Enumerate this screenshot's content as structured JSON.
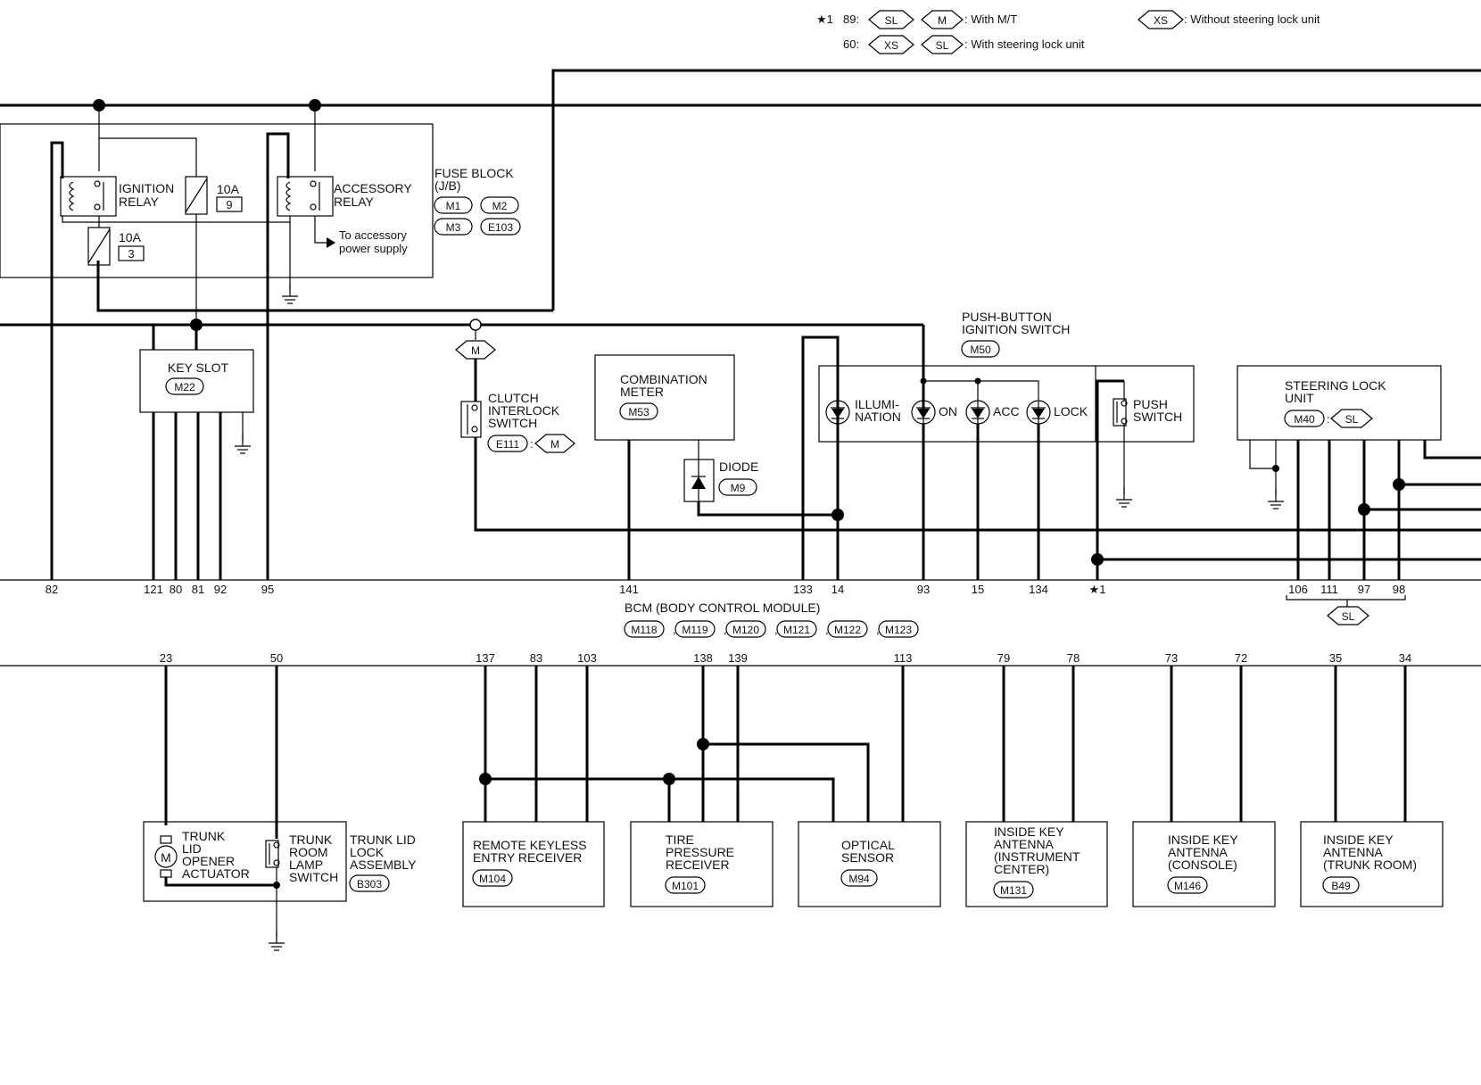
{
  "legend": {
    "star": "★1",
    "row1_prefix": "89:",
    "row2_prefix": "60:",
    "tag_sl": "SL",
    "tag_xs": "XS",
    "tag_m": "M",
    "with_mt": ": With M/T",
    "with_sl": ": With steering lock unit",
    "without_sl": ": Without steering lock unit"
  },
  "fuse_block": {
    "title": "FUSE BLOCK",
    "subtitle": "(J/B)",
    "connectors": [
      "M1",
      "M2",
      "M3",
      "E103"
    ],
    "ignition_relay": [
      "IGNITION",
      "RELAY"
    ],
    "accessory_relay": [
      "ACCESSORY",
      "RELAY"
    ],
    "fuse_a": {
      "rating": "10A",
      "number": "9"
    },
    "fuse_b": {
      "rating": "10A",
      "number": "3"
    },
    "accessory_note": [
      "To accessory",
      "power supply"
    ]
  },
  "key_slot": {
    "title": "KEY SLOT",
    "connector": "M22"
  },
  "clutch_switch": {
    "lines": [
      "CLUTCH",
      "INTERLOCK",
      "SWITCH"
    ],
    "connector": "E111",
    "variant": "M"
  },
  "junction_variant": "M",
  "combination_meter": {
    "lines": [
      "COMBINATION",
      "METER"
    ],
    "connector": "M53"
  },
  "diode": {
    "label": "DIODE",
    "connector": "M9"
  },
  "push_button_switch": {
    "title": [
      "PUSH-BUTTON",
      "IGNITION SWITCH"
    ],
    "connector": "M50",
    "indicators": [
      "ILLUMI-",
      "NATION",
      "ON",
      "ACC",
      "LOCK"
    ],
    "push_switch": [
      "PUSH",
      "SWITCH"
    ]
  },
  "steering_lock": {
    "title": [
      "STEERING LOCK",
      "UNIT"
    ],
    "connector": "M40",
    "variant": "SL"
  },
  "bcm": {
    "title": "BCM (BODY CONTROL MODULE)",
    "connectors": [
      "M118",
      "M119",
      "M120",
      "M121",
      "M122",
      "M123"
    ],
    "top_pins": [
      "82",
      "121",
      "80",
      "81",
      "92",
      "95",
      "141",
      "133",
      "14",
      "93",
      "15",
      "134",
      "★1",
      "106",
      "111",
      "97",
      "98"
    ],
    "top_pins_variant": "SL",
    "bottom_pins": [
      "23",
      "50",
      "137",
      "83",
      "103",
      "138",
      "139",
      "113",
      "79",
      "78",
      "73",
      "72",
      "35",
      "34"
    ]
  },
  "trunk": {
    "actuator": [
      "TRUNK",
      "LID",
      "OPENER",
      "ACTUATOR"
    ],
    "lamp_switch": [
      "TRUNK",
      "ROOM",
      "LAMP",
      "SWITCH"
    ],
    "assembly": [
      "TRUNK LID",
      "LOCK",
      "ASSEMBLY"
    ],
    "connector": "B303",
    "motor_symbol": "M"
  },
  "modules": [
    {
      "lines": [
        "REMOTE KEYLESS",
        "ENTRY RECEIVER"
      ],
      "connector": "M104"
    },
    {
      "lines": [
        "TIRE",
        "PRESSURE",
        "RECEIVER"
      ],
      "connector": "M101"
    },
    {
      "lines": [
        "OPTICAL",
        "SENSOR"
      ],
      "connector": "M94"
    },
    {
      "lines": [
        "INSIDE KEY",
        "ANTENNA",
        "(INSTRUMENT",
        "CENTER)"
      ],
      "connector": "M131"
    },
    {
      "lines": [
        "INSIDE KEY",
        "ANTENNA",
        "(CONSOLE)"
      ],
      "connector": "M146"
    },
    {
      "lines": [
        "INSIDE KEY",
        "ANTENNA",
        "(TRUNK ROOM)"
      ],
      "connector": "B49"
    }
  ]
}
